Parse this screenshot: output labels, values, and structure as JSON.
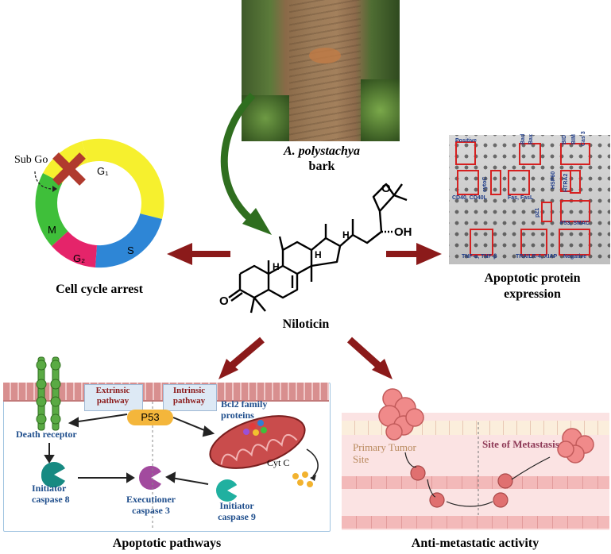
{
  "bark": {
    "species": "A. polystachya",
    "label": "bark"
  },
  "compound": {
    "name": "Niloticin",
    "oh": "OH"
  },
  "cell_cycle": {
    "caption": "Cell cycle arrest",
    "sub_go": "Sub Go",
    "phases": {
      "g1": "G₁",
      "s": "S",
      "g2": "G₂",
      "m": "M"
    },
    "colors": {
      "g1": "#f6f02e",
      "s": "#2e86d6",
      "g2": "#e5246a",
      "m": "#3fbf3a"
    }
  },
  "protein_array": {
    "caption_line1": "Apoptotic protein",
    "caption_line2": "expression",
    "labels": {
      "positive": "Positive",
      "bad": "Bad",
      "bax": "Bax",
      "bid": "BID",
      "bim": "BIM",
      "cas3": "Cas 3",
      "cytoc": "cytoC",
      "cd40": "CD40, CD40L",
      "fas": "Fas, FasL",
      "hsp60": "HSP60",
      "htra2": "HTRA2",
      "p21": "p21",
      "p53smac": "P53, SMAC",
      "tnf": "TNF-α, TNF-β",
      "trail": "TRAILR-4, XIAP",
      "negative": "Negative"
    }
  },
  "apoptotic": {
    "caption": "Apoptotic pathways",
    "extrinsic": "Extrinsic pathway",
    "intrinsic": "Intrinsic pathway",
    "p53": "P53",
    "bcl2": "Bcl2 family proteins",
    "death_receptor": "Death receptor",
    "cytc": "Cyt C",
    "initiator8": "Initiator caspase 8",
    "executioner3": "Executioner caspase 3",
    "initiator9": "Initiator caspase 9"
  },
  "metastasis": {
    "caption": "Anti-metastatic activity",
    "primary": "Primary Tumor Site",
    "site": "Site of Metastasis"
  },
  "colors": {
    "arrow": "#8b1a1a",
    "green_arrow": "#2f6e1f",
    "label_blue": "#1f4e8c"
  }
}
